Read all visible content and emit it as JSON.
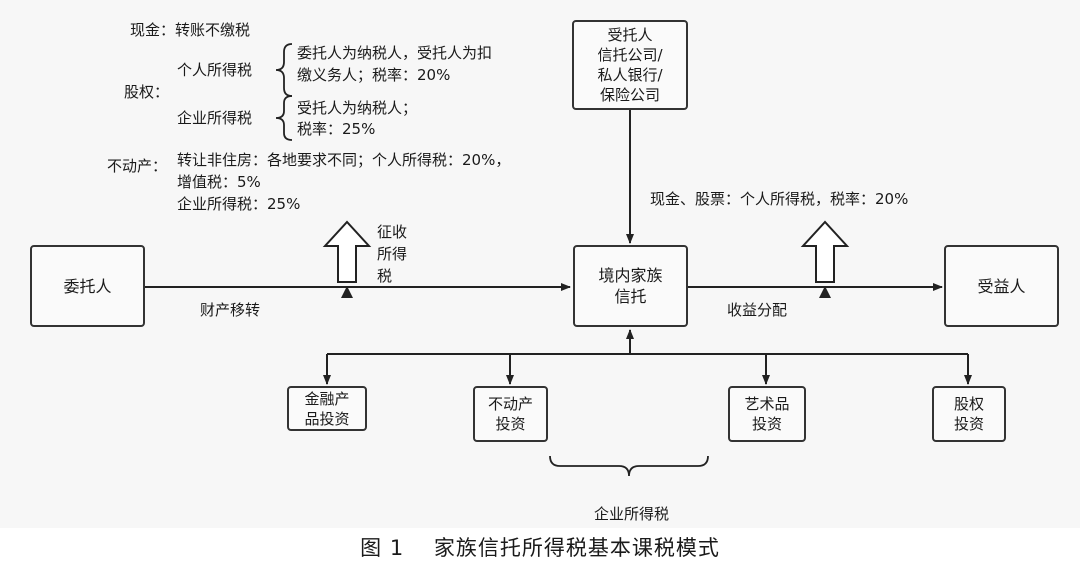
{
  "annotations": {
    "cash": "现金：转账不缴税",
    "equity": "股权：",
    "pit": "个人所得税",
    "pit_note_1": "委托人为纳税人，受托人为扣",
    "pit_note_2": "缴义务人；税率：20%",
    "cit": "企业所得税",
    "cit_note_1": "受托人为纳税人；",
    "cit_note_2": "税率：25%",
    "realestate": "不动产：",
    "realestate_note_1": "转让非住房：各地要求不同；个人所得税：20%，",
    "realestate_note_2": "增值税：5%",
    "realestate_note_3": "企业所得税：25%",
    "levy_1": "征收",
    "levy_2": "所得",
    "levy_3": "税",
    "transfer": "财产移转",
    "distribution_tax": "现金、股票：个人所得税，税率：20%",
    "distribution": "收益分配",
    "enterprise_tax": "企业所得税"
  },
  "nodes": {
    "settlor": "委托人",
    "trustee": "受托人\n信托公司/\n私人银行/\n保险公司",
    "trust": "境内家族\n信托",
    "beneficiary": "受益人",
    "finance": "金融产\n品投资",
    "realestate_inv": "不动产\n投资",
    "art": "艺术品\n投资",
    "equity_inv": "股权\n投资"
  },
  "caption": "图 1　 家族信托所得税基本课税模式"
}
